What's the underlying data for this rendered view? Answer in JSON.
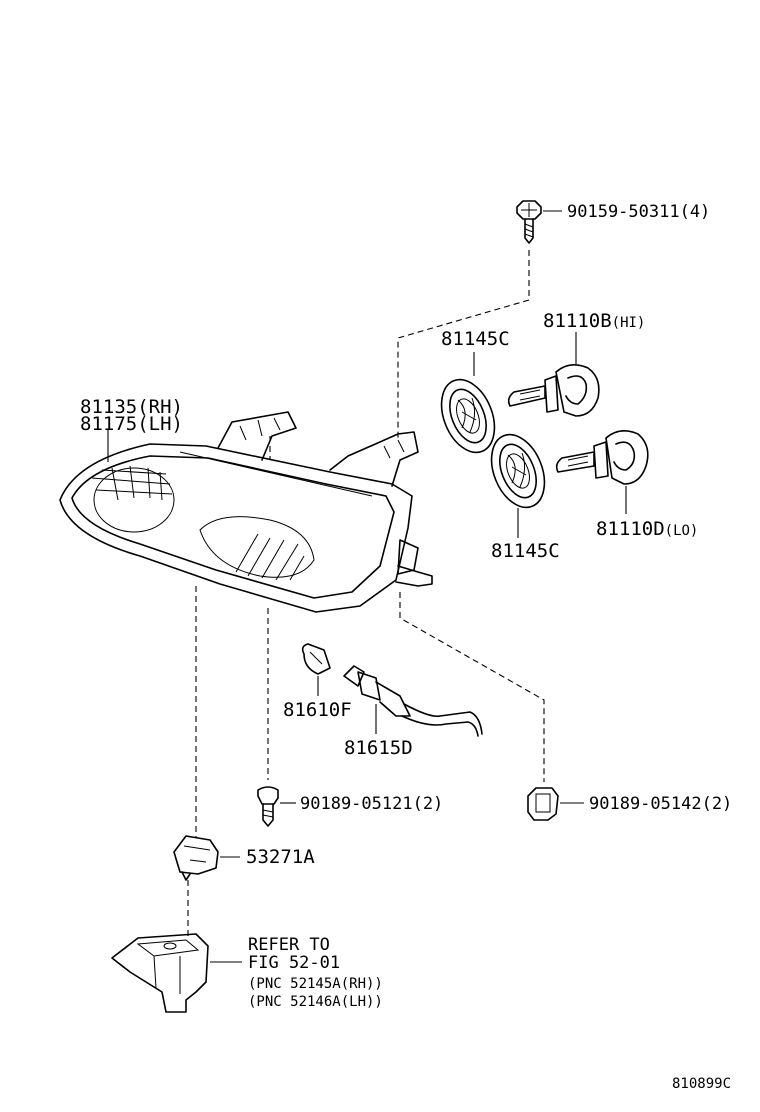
{
  "labels": {
    "bolt_top": "90159-50311(4)",
    "seal_upper": "81145C",
    "bulb_hi_pn": "81110B",
    "bulb_hi_note": "(HI)",
    "lamp_rh": "81135(RH)",
    "lamp_lh": "81175(LH)",
    "seal_lower": "81145C",
    "bulb_lo_pn": "81110D",
    "bulb_lo_note": "(LO)",
    "bulb_small": "81610F",
    "socket": "81615D",
    "screw": "90189-05121(2)",
    "nut": "90189-05142(2)",
    "bracket": "53271A",
    "refer_line1": "REFER TO",
    "refer_line2": "FIG 52-01",
    "refer_line3": "(PNC 52145A(RH))",
    "refer_line4": "(PNC 52146A(LH))",
    "figure_id": "810899C"
  }
}
